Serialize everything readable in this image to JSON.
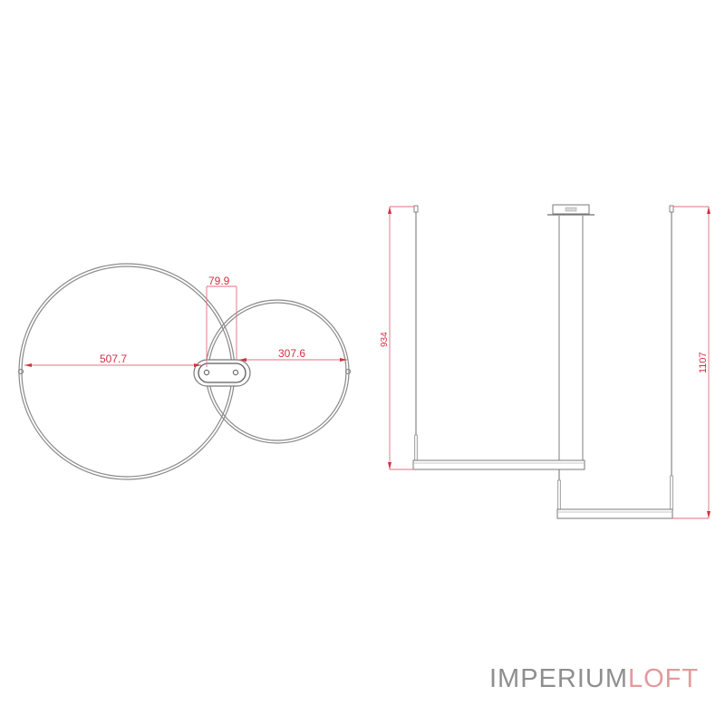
{
  "drawing": {
    "top_view": {
      "dimensions": {
        "large_ring_radius": "507.7",
        "canopy_spacing": "79.9",
        "small_ring_radius": "307.6"
      }
    },
    "side_view": {
      "dimensions": {
        "upper_bar_height": "934",
        "lower_bar_height": "1107"
      }
    }
  },
  "brand": {
    "part1": "IMPERIUM",
    "part2": "LOFT"
  },
  "colors": {
    "dimension": "#d03040",
    "outline": "#8a8a8a",
    "brand_gray": "#8e8e8e",
    "brand_pink": "#e39a9c"
  }
}
